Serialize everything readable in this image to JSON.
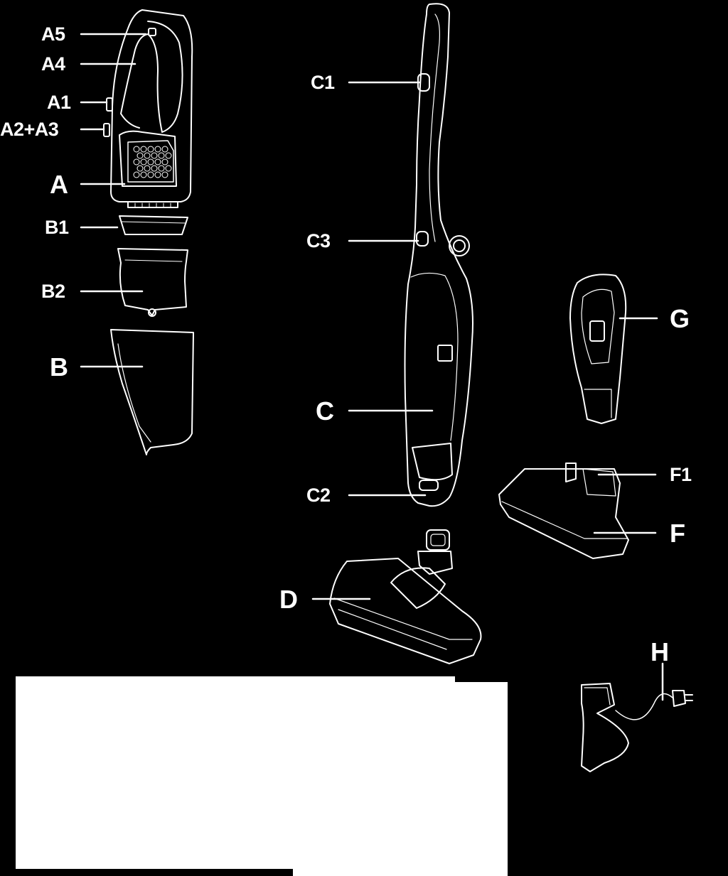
{
  "diagram": {
    "labels": {
      "A5": "A5",
      "A4": "A4",
      "A1": "A1",
      "A2A3": "A2+A3",
      "A": "A",
      "B1": "B1",
      "B2": "B2",
      "B": "B",
      "C1": "C1",
      "C3": "C3",
      "C": "C",
      "C2": "C2",
      "D": "D",
      "G": "G",
      "F1": "F1",
      "F": "F",
      "H": "H"
    },
    "colors": {
      "background": "#000000",
      "line": "#ffffff",
      "panel": "#ffffff"
    }
  }
}
